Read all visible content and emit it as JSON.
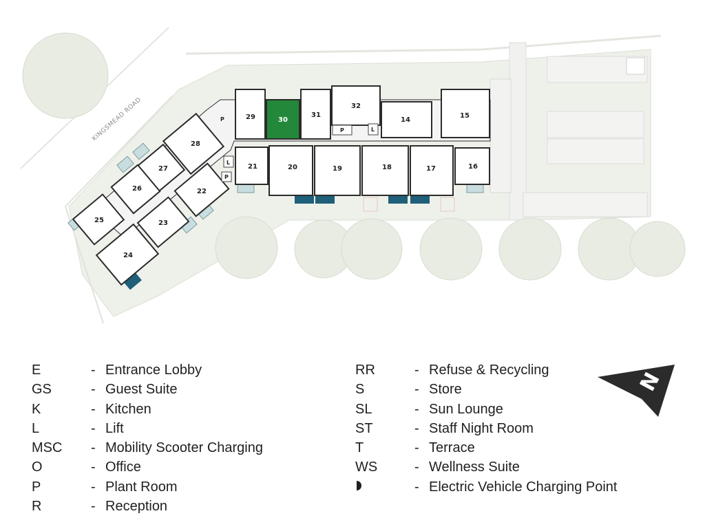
{
  "map": {
    "road_label": "KINGSMEAD ROAD",
    "selected_unit": "30",
    "units": [
      "14",
      "15",
      "16",
      "17",
      "18",
      "19",
      "20",
      "21",
      "22",
      "23",
      "24",
      "25",
      "26",
      "27",
      "28",
      "29",
      "30",
      "31",
      "32"
    ],
    "service_labels": [
      "P",
      "P",
      "P",
      "L",
      "L"
    ]
  },
  "colors": {
    "selected": "#23883a",
    "terrace": "#1f5f7a",
    "grounds": "#eef1ea"
  },
  "legend": {
    "left": [
      {
        "code": "E",
        "dash": "-",
        "desc": "Entrance Lobby"
      },
      {
        "code": "GS",
        "dash": "-",
        "desc": "Guest Suite"
      },
      {
        "code": "K",
        "dash": "-",
        "desc": "Kitchen"
      },
      {
        "code": "L",
        "dash": "-",
        "desc": "Lift"
      },
      {
        "code": "MSC",
        "dash": "-",
        "desc": "Mobility Scooter Charging"
      },
      {
        "code": "O",
        "dash": "-",
        "desc": "Office"
      },
      {
        "code": "P",
        "dash": "-",
        "desc": "Plant Room"
      },
      {
        "code": "R",
        "dash": "-",
        "desc": "Reception"
      }
    ],
    "right": [
      {
        "code": "RR",
        "dash": "-",
        "desc": "Refuse & Recycling"
      },
      {
        "code": "S",
        "dash": "-",
        "desc": "Store"
      },
      {
        "code": "SL",
        "dash": "-",
        "desc": "Sun Lounge"
      },
      {
        "code": "ST",
        "dash": "-",
        "desc": "Staff Night Room"
      },
      {
        "code": "T",
        "dash": "-",
        "desc": "Terrace"
      },
      {
        "code": "WS",
        "dash": "-",
        "desc": "Wellness Suite"
      },
      {
        "code": "",
        "icon": "half-circle-icon",
        "dash": "-",
        "desc": "Electric Vehicle Charging Point"
      }
    ]
  },
  "north_arrow": {
    "letter": "N",
    "icon": "north-arrow-icon"
  }
}
